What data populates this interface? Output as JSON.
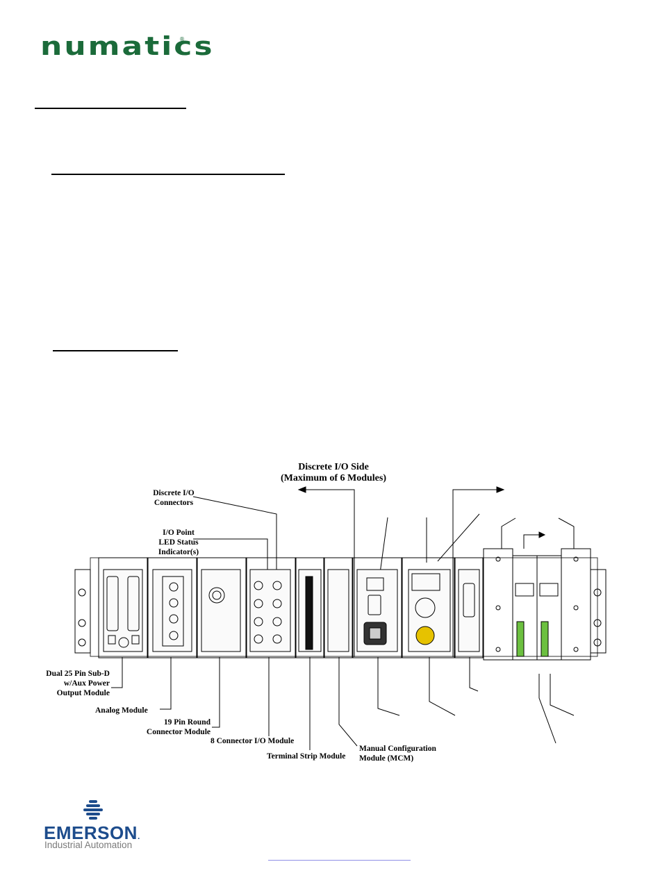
{
  "brand": {
    "name": "numatics",
    "registered": "®"
  },
  "diagram": {
    "title_line1": "Discrete I/O Side",
    "title_line2": "(Maximum of 6 Modules)",
    "callouts": {
      "discrete_io_connectors": [
        "Discrete I/O",
        "Connectors"
      ],
      "io_point_led": [
        "I/O Point",
        "LED Status",
        "Indicator(s)"
      ],
      "dual_25_pin": [
        "Dual 25 Pin Sub-D",
        "w/Aux Power",
        "Output Module"
      ],
      "analog": "Analog Module",
      "round_19_pin": [
        "19 Pin Round",
        "Connector Module"
      ],
      "eight_connector": "8 Connector I/O Module",
      "terminal_strip": "Terminal Strip Module",
      "mcm": [
        "Manual Configuration",
        "Module (MCM)"
      ]
    }
  },
  "footer": {
    "company": "EMERSON",
    "division": "Industrial Automation",
    "trademark": "."
  }
}
